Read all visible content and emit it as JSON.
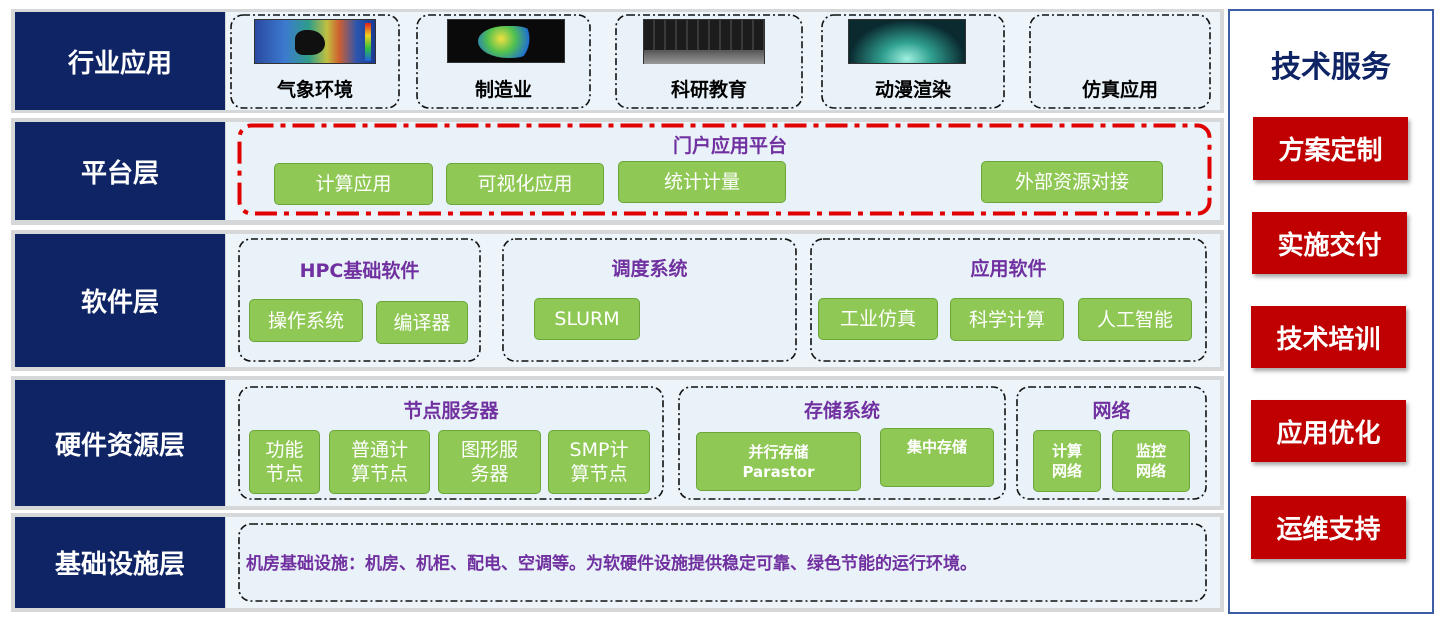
{
  "layers": {
    "industry": {
      "label": "行业应用",
      "items": [
        {
          "label": "气象环境",
          "icon": "weather-map-icon"
        },
        {
          "label": "制造业",
          "icon": "manufacturing-model-icon"
        },
        {
          "label": "科研教育",
          "icon": "server-racks-icon"
        },
        {
          "label": "动漫渲染",
          "icon": "animation-render-icon"
        },
        {
          "label": "仿真应用",
          "icon": ""
        }
      ]
    },
    "platform": {
      "label": "平台层",
      "portal_title": "门户应用平台",
      "items": [
        "计算应用",
        "可视化应用",
        "统计计量",
        "外部资源对接"
      ]
    },
    "software": {
      "label": "软件层",
      "groups": [
        {
          "title": "HPC基础软件",
          "items": [
            "操作系统",
            "编译器"
          ]
        },
        {
          "title": "调度系统",
          "items": [
            "SLURM"
          ]
        },
        {
          "title": "应用软件",
          "items": [
            "工业仿真",
            "科学计算",
            "人工智能"
          ]
        }
      ]
    },
    "hardware": {
      "label": "硬件资源层",
      "groups": [
        {
          "title": "节点服务器",
          "items": [
            "功能\n节点",
            "普通计\n算节点",
            "图形服\n务器",
            "SMP计\n算节点"
          ]
        },
        {
          "title": "存储系统",
          "items": [
            "并行存储\nParastor",
            "集中存储"
          ]
        },
        {
          "title": "网络",
          "items": [
            "计算\n网络",
            "监控\n网络"
          ]
        }
      ]
    },
    "infrastructure": {
      "label": "基础设施层",
      "text": "机房基础设施：机房、机柜、配电、空调等。为软硬件设施提供稳定可靠、绿色节能的运行环境。"
    }
  },
  "services": {
    "title": "技术服务",
    "items": [
      "方案定制",
      "实施交付",
      "技术培训",
      "应用优化",
      "运维支持"
    ]
  },
  "colors": {
    "label_bg": "#0e2464",
    "pill_green": "#8fc854",
    "purple_title": "#7030a0",
    "service_red": "#c00000",
    "portal_border_red": "#e00000"
  }
}
